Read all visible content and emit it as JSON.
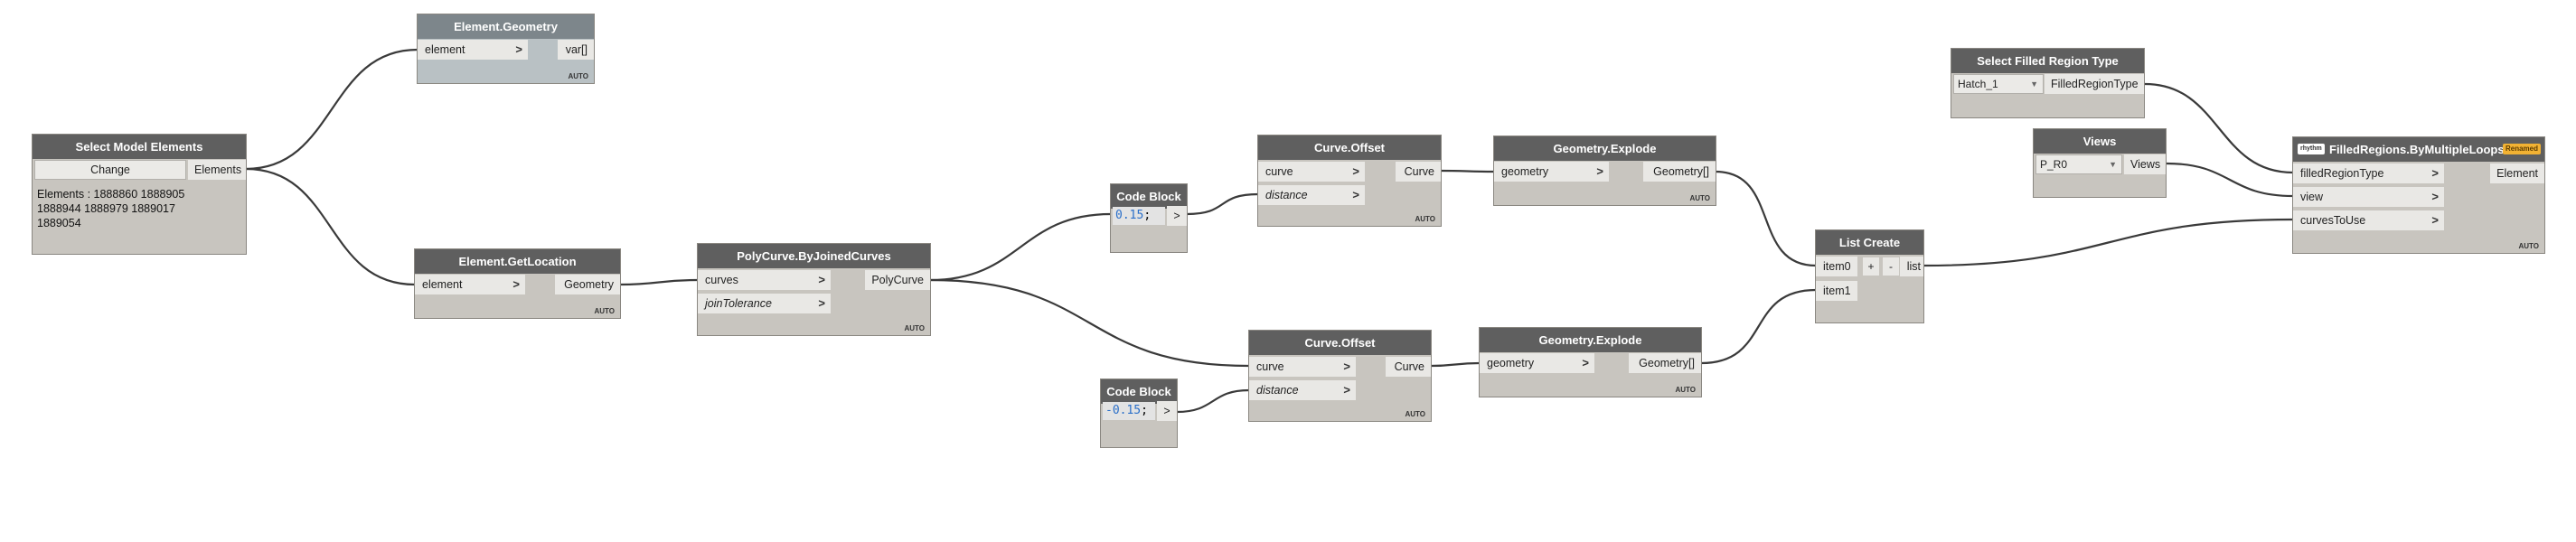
{
  "nodes": {
    "select_model": {
      "title": "Select Model Elements",
      "button_label": "Change",
      "output": "Elements",
      "info": [
        "Elements : 1888860 1888905",
        "1888944 1888979 1889017",
        "1889054"
      ]
    },
    "element_geometry": {
      "title": "Element.Geometry",
      "input": "element",
      "output": "var[]",
      "lacing": "AUTO"
    },
    "element_getlocation": {
      "title": "Element.GetLocation",
      "input": "element",
      "output": "Geometry",
      "lacing": "AUTO"
    },
    "polycurve": {
      "title": "PolyCurve.ByJoinedCurves",
      "inputs": [
        "curves",
        "joinTolerance"
      ],
      "output": "PolyCurve",
      "lacing": "AUTO"
    },
    "code_block_1": {
      "title": "Code Block",
      "code_number": "0.15",
      "code_suffix": ";",
      "output": ">"
    },
    "code_block_2": {
      "title": "Code Block",
      "code_number": "-0.15",
      "code_suffix": ";",
      "output": ">"
    },
    "curve_offset_1": {
      "title": "Curve.Offset",
      "inputs": [
        "curve",
        "distance"
      ],
      "output": "Curve",
      "lacing": "AUTO"
    },
    "curve_offset_2": {
      "title": "Curve.Offset",
      "inputs": [
        "curve",
        "distance"
      ],
      "output": "Curve",
      "lacing": "AUTO"
    },
    "geometry_explode_1": {
      "title": "Geometry.Explode",
      "input": "geometry",
      "output": "Geometry[]",
      "lacing": "AUTO"
    },
    "geometry_explode_2": {
      "title": "Geometry.Explode",
      "input": "geometry",
      "output": "Geometry[]",
      "lacing": "AUTO"
    },
    "list_create": {
      "title": "List Create",
      "inputs": [
        "item0",
        "item1"
      ],
      "add_label": "+",
      "remove_label": "-",
      "output": "list"
    },
    "select_filled_region": {
      "title": "Select Filled Region Type",
      "selected": "Hatch_1",
      "output": "FilledRegionType"
    },
    "views": {
      "title": "Views",
      "selected": "P_R0",
      "output": "Views"
    },
    "filled_regions": {
      "title": "FilledRegions.ByMultipleLoops",
      "package_badge": "rhythm",
      "renamed_badge": "Renamed",
      "inputs": [
        "filledRegionType",
        "view",
        "curvesToUse"
      ],
      "output": "Element",
      "lacing": "AUTO"
    }
  },
  "colors": {
    "canvas": "#ffffff",
    "node_body": "#c8c5bf",
    "node_header": "#5f5f5f",
    "frozen_body": "#b9c1c4",
    "frozen_header": "#7d868b",
    "wire": "#3a3a3a",
    "code_number": "#2a6fc9",
    "renamed_badge": "#f2b233"
  }
}
